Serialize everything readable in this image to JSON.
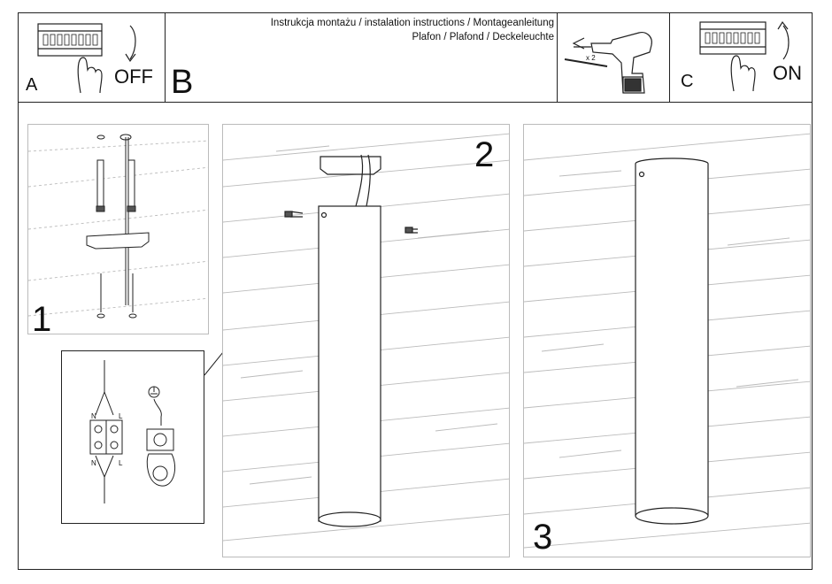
{
  "header": {
    "title_line1": "Instrukcja montażu / instalation instructions / Montageanleitung",
    "title_line2": "Plafon / Plafond / Deckeleuchte"
  },
  "steps": {
    "a": {
      "letter": "A",
      "action": "OFF"
    },
    "b": {
      "letter": "B"
    },
    "c": {
      "letter": "C",
      "action": "ON"
    },
    "drill": {
      "quantity": "x 2"
    }
  },
  "panels": [
    {
      "number": "1"
    },
    {
      "number": "2"
    },
    {
      "number": "3"
    }
  ],
  "wiring": {
    "top_left": "N",
    "top_right": "L",
    "bottom_left": "N",
    "bottom_right": "L",
    "ground_symbol": "earth-ground-icon"
  },
  "colors": {
    "line": "#222222",
    "wood_line": "#bdbdbd"
  }
}
